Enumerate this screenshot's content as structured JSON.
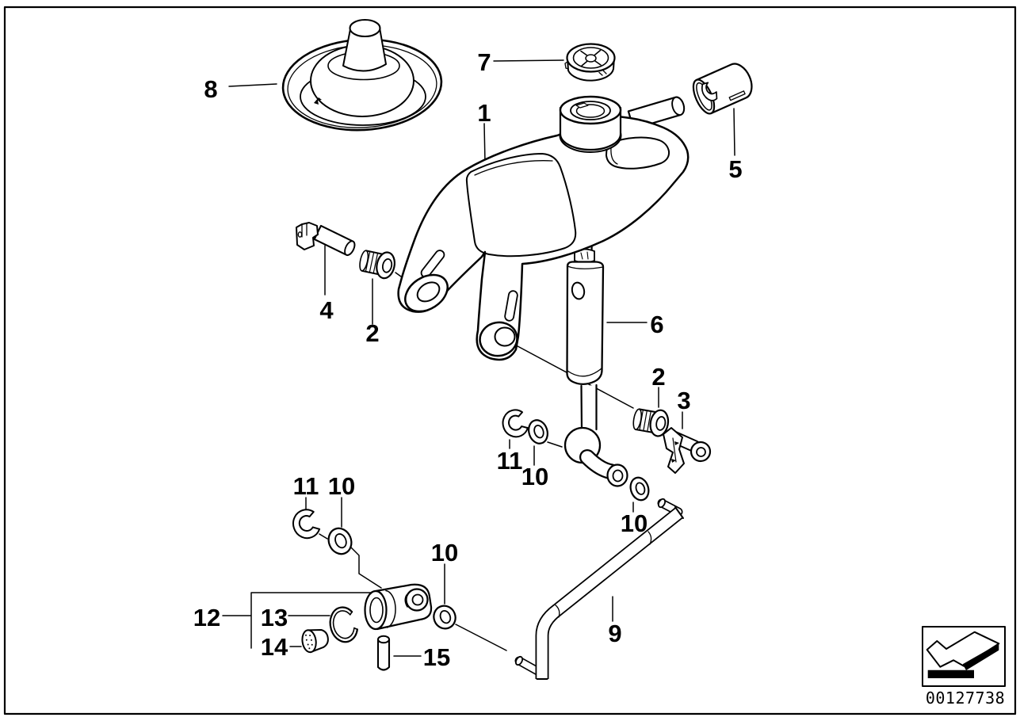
{
  "page": {
    "background_color": "#ffffff",
    "line_color": "#000000",
    "type": "exploded-parts-diagram"
  },
  "diagram": {
    "callouts": [
      {
        "part": "8"
      },
      {
        "part": "7"
      },
      {
        "part": "1"
      },
      {
        "part": "5"
      },
      {
        "part": "4"
      },
      {
        "part": "2"
      },
      {
        "part": "6"
      },
      {
        "part": "2"
      },
      {
        "part": "3"
      },
      {
        "part": "11"
      },
      {
        "part": "10"
      },
      {
        "part": "10"
      },
      {
        "part": "9"
      },
      {
        "part": "11"
      },
      {
        "part": "10"
      },
      {
        "part": "10"
      },
      {
        "part": "12"
      },
      {
        "part": "13"
      },
      {
        "part": "14"
      },
      {
        "part": "15"
      }
    ],
    "stamp": {
      "icon": "back-arrow-icon",
      "image_number": "00127738"
    }
  }
}
